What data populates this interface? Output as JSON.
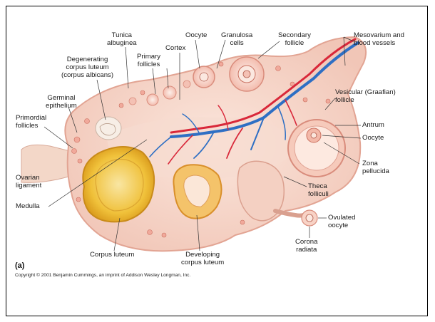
{
  "labels": {
    "tunica_albuginea": "Tunica\nalbuginea",
    "oocyte_top": "Oocyte",
    "granulosa_cells": "Granulosa\ncells",
    "secondary_follicle": "Secondary\nfollicle",
    "mesovarium": "Mesovarium and\nblood vessels",
    "cortex": "Cortex",
    "degenerating_corpus_luteum": "Degenerating\ncorpus luteum\n(corpus albicans)",
    "primary_follicles": "Primary\nfollicles",
    "germinal_epithelium": "Germinal\nepithelium",
    "vesicular_follicle": "Vesicular (Graafian)\nfollicle",
    "primordial_follicles": "Primordial\nfollicles",
    "antrum": "Antrum",
    "oocyte_right": "Oocyte",
    "zona_pellucida": "Zona\npellucida",
    "ovarian_ligament": "Ovarian\nligament",
    "theca_folliculi": "Theca\nfolliculi",
    "medulla": "Medulla",
    "ovulated_oocyte": "Ovulated\noocyte",
    "corona_radiata": "Corona\nradiata",
    "corpus_luteum": "Corpus luteum",
    "developing_corpus_luteum": "Developing\ncorpus luteum"
  },
  "panel_letter": "(a)",
  "copyright": "Copyright © 2001 Benjamin Cummings, an imprint of Addison Wesley Longman, Inc.",
  "colors": {
    "ovary_fill": "#f6d3c6",
    "ovary_edge": "#e6a896",
    "corpus_luteum": "#f0c13a",
    "artery": "#d9283a",
    "vein": "#2e6fc4",
    "follicle": "#f2b3a8"
  }
}
